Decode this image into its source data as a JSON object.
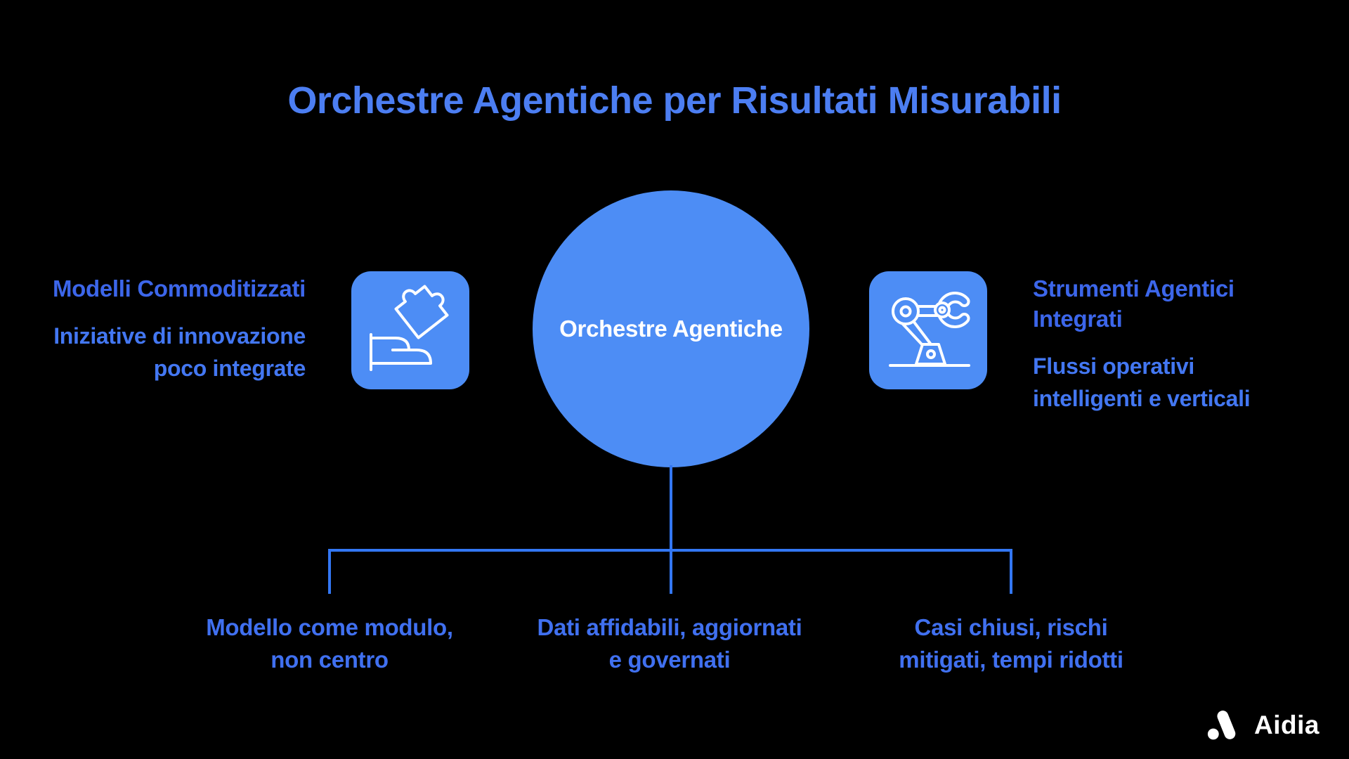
{
  "title": "Orchestre Agentiche per Risultati Misurabili",
  "center_node": {
    "label": "Orchestre Agentiche"
  },
  "left_node": {
    "icon": "hand-puzzle-icon",
    "heading": "Modelli Commoditizzati",
    "description": "Iniziative di innovazione\npoco integrate"
  },
  "right_node": {
    "icon": "robot-arm-icon",
    "heading": "Strumenti Agentici\nIntegrati",
    "description": "Flussi operativi\nintelligenti e verticali"
  },
  "outcomes": [
    "Modello come modulo,\nnon centro",
    "Dati affidabili, aggiornati\ne governati",
    "Casi chiusi, rischi\nmitigati, tempi ridotti"
  ],
  "branding": {
    "logo_text": "Aidia"
  },
  "colors": {
    "background": "#000000",
    "title": "#4c7ef2",
    "heading": "#3c66ea",
    "body": "#4377f2",
    "outcome": "#4070f0",
    "node_fill": "#4d8df5",
    "line": "#3377f3",
    "center_text": "#ffffff",
    "logo": "#ffffff"
  }
}
